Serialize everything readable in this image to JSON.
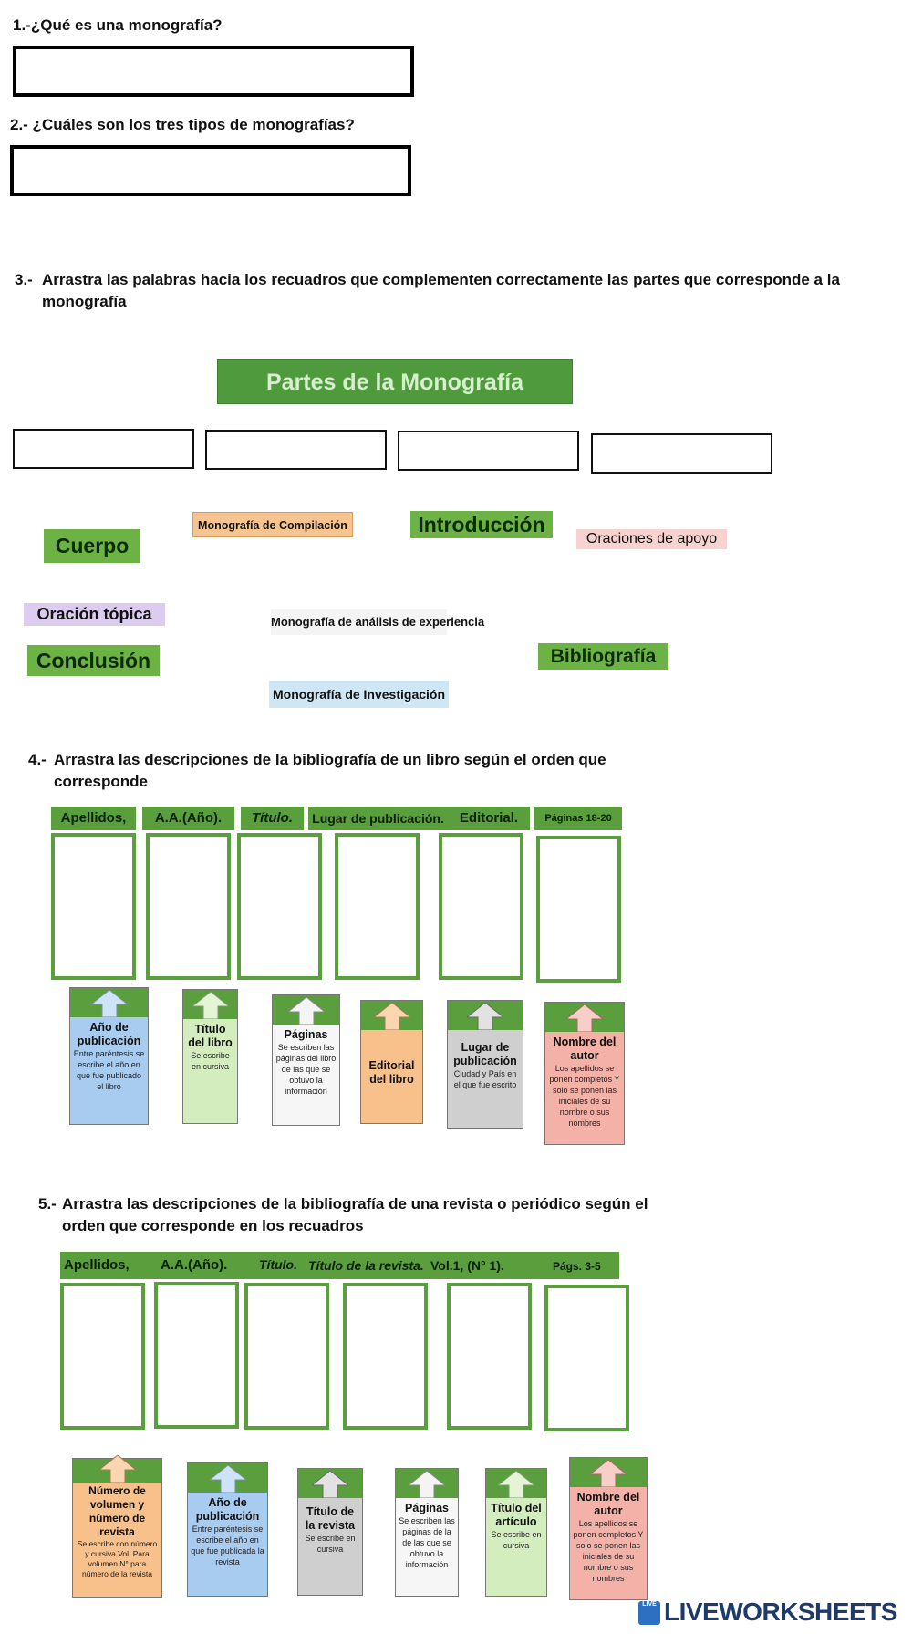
{
  "q1": {
    "text": "1.-¿Qué es una monografía?"
  },
  "q2": {
    "text": "2.- ¿Cuáles son los tres tipos de monografías?"
  },
  "q3": {
    "number": "3.-",
    "text_line1": "Arrastra las palabras hacia los recuadros que complementen correctamente las partes que corresponde a la",
    "text_line2": "monografía",
    "banner": "Partes de la Monografía",
    "words": {
      "cuerpo": "Cuerpo",
      "compilacion": "Monografía de Compilación",
      "introduccion": "Introducción",
      "oraciones_apoyo": "Oraciones de apoyo",
      "oracion_topica": "Oración  tópica",
      "analisis": "Monografía de análisis de experiencia",
      "conclusion": "Conclusión",
      "bibliografia": "Bibliografía",
      "investigacion": "Monografía de Investigación"
    }
  },
  "q4": {
    "number": "4.-",
    "text_line1": "Arrastra las descripciones de la bibliografía de un libro según el orden que",
    "text_line2": "corresponde",
    "headers": [
      "Apellidos,",
      "A.A.(Año).",
      "Título.",
      "Lugar de publicación.",
      "Editorial.",
      "Páginas 18-20"
    ],
    "cards": [
      {
        "title": "Año de publicación",
        "desc": "Entre paréntesis se escribe el año en que fue publicado el libro"
      },
      {
        "title": "Título del libro",
        "desc": "Se escribe en cursiva"
      },
      {
        "title": "Páginas",
        "desc": "Se escriben las páginas del libro de las que se obtuvo la información"
      },
      {
        "title": "Editorial del libro",
        "desc": ""
      },
      {
        "title": "Lugar de publicación",
        "desc": "Ciudad y País en el que fue escrito"
      },
      {
        "title": "Nombre del autor",
        "desc": "Los apellidos se ponen completos Y solo se ponen las iniciales de su nombre o sus nombres"
      }
    ]
  },
  "q5": {
    "number": "5.-",
    "text_line1": "Arrastra las descripciones de la bibliografía de una revista o periódico según el",
    "text_line2": "orden que corresponde en los recuadros",
    "headers": [
      "Apellidos,",
      "A.A.(Año).",
      "Título.",
      "Título de la revista.",
      "Vol.1, (N° 1).",
      "Págs. 3-5"
    ],
    "cards": [
      {
        "title": "Número de volumen y número de revista",
        "desc": "Se escribe con número y cursiva Vol. Para volumen N° para número de la revista"
      },
      {
        "title": "Año de publicación",
        "desc": "Entre paréntesis se escribe el año en que fue publicada la revista"
      },
      {
        "title": "Título de la revista",
        "desc": "Se escribe en cursiva"
      },
      {
        "title": "Páginas",
        "desc": "Se escriben las páginas de la de las que se obtuvo la información"
      },
      {
        "title": "Título del artículo",
        "desc": "Se escribe en cursiva"
      },
      {
        "title": "Nombre del autor",
        "desc": "Los apellidos se ponen completos Y solo se ponen las iniciales de su nombre o sus nombres"
      }
    ]
  },
  "footer": {
    "logo_text": "LIVEWORKSHEETS",
    "logo_mark": "LIVE"
  },
  "colors": {
    "green": "#5a9e3e",
    "chip_green": "#6db245"
  }
}
